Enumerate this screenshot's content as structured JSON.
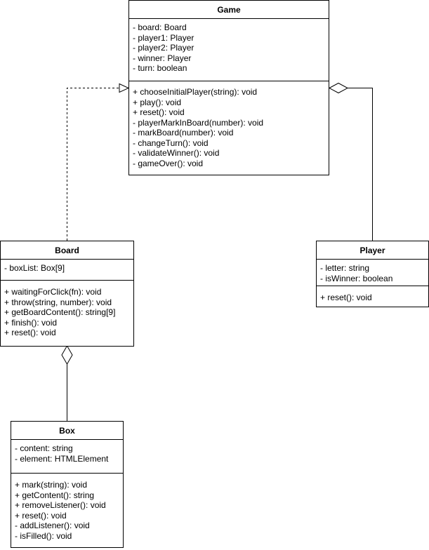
{
  "classes": {
    "game": {
      "name": "Game",
      "attributes": [
        "- board: Board",
        "- player1: Player",
        "- player2: Player",
        "- winner: Player",
        "- turn: boolean"
      ],
      "operations": [
        "+ chooseInitialPlayer(string): void",
        "+ play(): void",
        "+ reset(): void",
        "- playerMarkInBoard(number): void",
        "- markBoard(number): void",
        "- changeTurn(): void",
        "- validateWinner(): void",
        "- gameOver(): void"
      ]
    },
    "board": {
      "name": "Board",
      "attributes": [
        "- boxList: Box[9]"
      ],
      "operations": [
        "+ waitingForClick(fn): void",
        "+ throw(string, number): void",
        "+ getBoardContent(): string[9]",
        "+ finish(): void",
        "+ reset(): void"
      ]
    },
    "player": {
      "name": "Player",
      "attributes": [
        "- letter: string",
        "- isWinner: boolean"
      ],
      "operations": [
        "+ reset(): void"
      ]
    },
    "box": {
      "name": "Box",
      "attributes": [
        "- content: string",
        "- element: HTMLElement"
      ],
      "operations": [
        "+ mark(string): void",
        "+ getContent(): string",
        "+ removeListener(): void",
        "+ reset(): void",
        "- addListener(): void",
        "- isFilled(): void"
      ]
    }
  },
  "relations": [
    {
      "from": "Board",
      "to": "Game",
      "kind": "realization"
    },
    {
      "from": "Player",
      "to": "Game",
      "kind": "aggregation"
    },
    {
      "from": "Box",
      "to": "Board",
      "kind": "aggregation"
    }
  ]
}
